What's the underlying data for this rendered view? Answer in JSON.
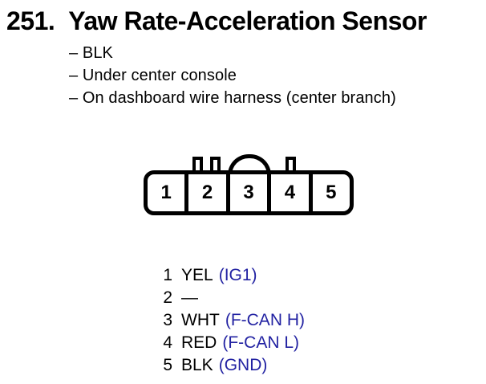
{
  "colors": {
    "text_black": "#000000",
    "signal_blue": "#2222a2",
    "background": "#ffffff"
  },
  "header": {
    "section_number": "251.",
    "title": "Yaw Rate-Acceleration Sensor",
    "notes": [
      "– BLK",
      "– Under center console",
      "– On dashboard wire harness (center branch)"
    ]
  },
  "connector": {
    "cavities": [
      "1",
      "2",
      "3",
      "4",
      "5"
    ]
  },
  "pins": [
    {
      "num": "1",
      "wire": "YEL",
      "signal": "(IG1)"
    },
    {
      "num": "2",
      "wire": "—",
      "signal": ""
    },
    {
      "num": "3",
      "wire": "WHT",
      "signal": "(F-CAN H)"
    },
    {
      "num": "4",
      "wire": "RED",
      "signal": "(F-CAN L)"
    },
    {
      "num": "5",
      "wire": "BLK",
      "signal": "(GND)"
    }
  ]
}
